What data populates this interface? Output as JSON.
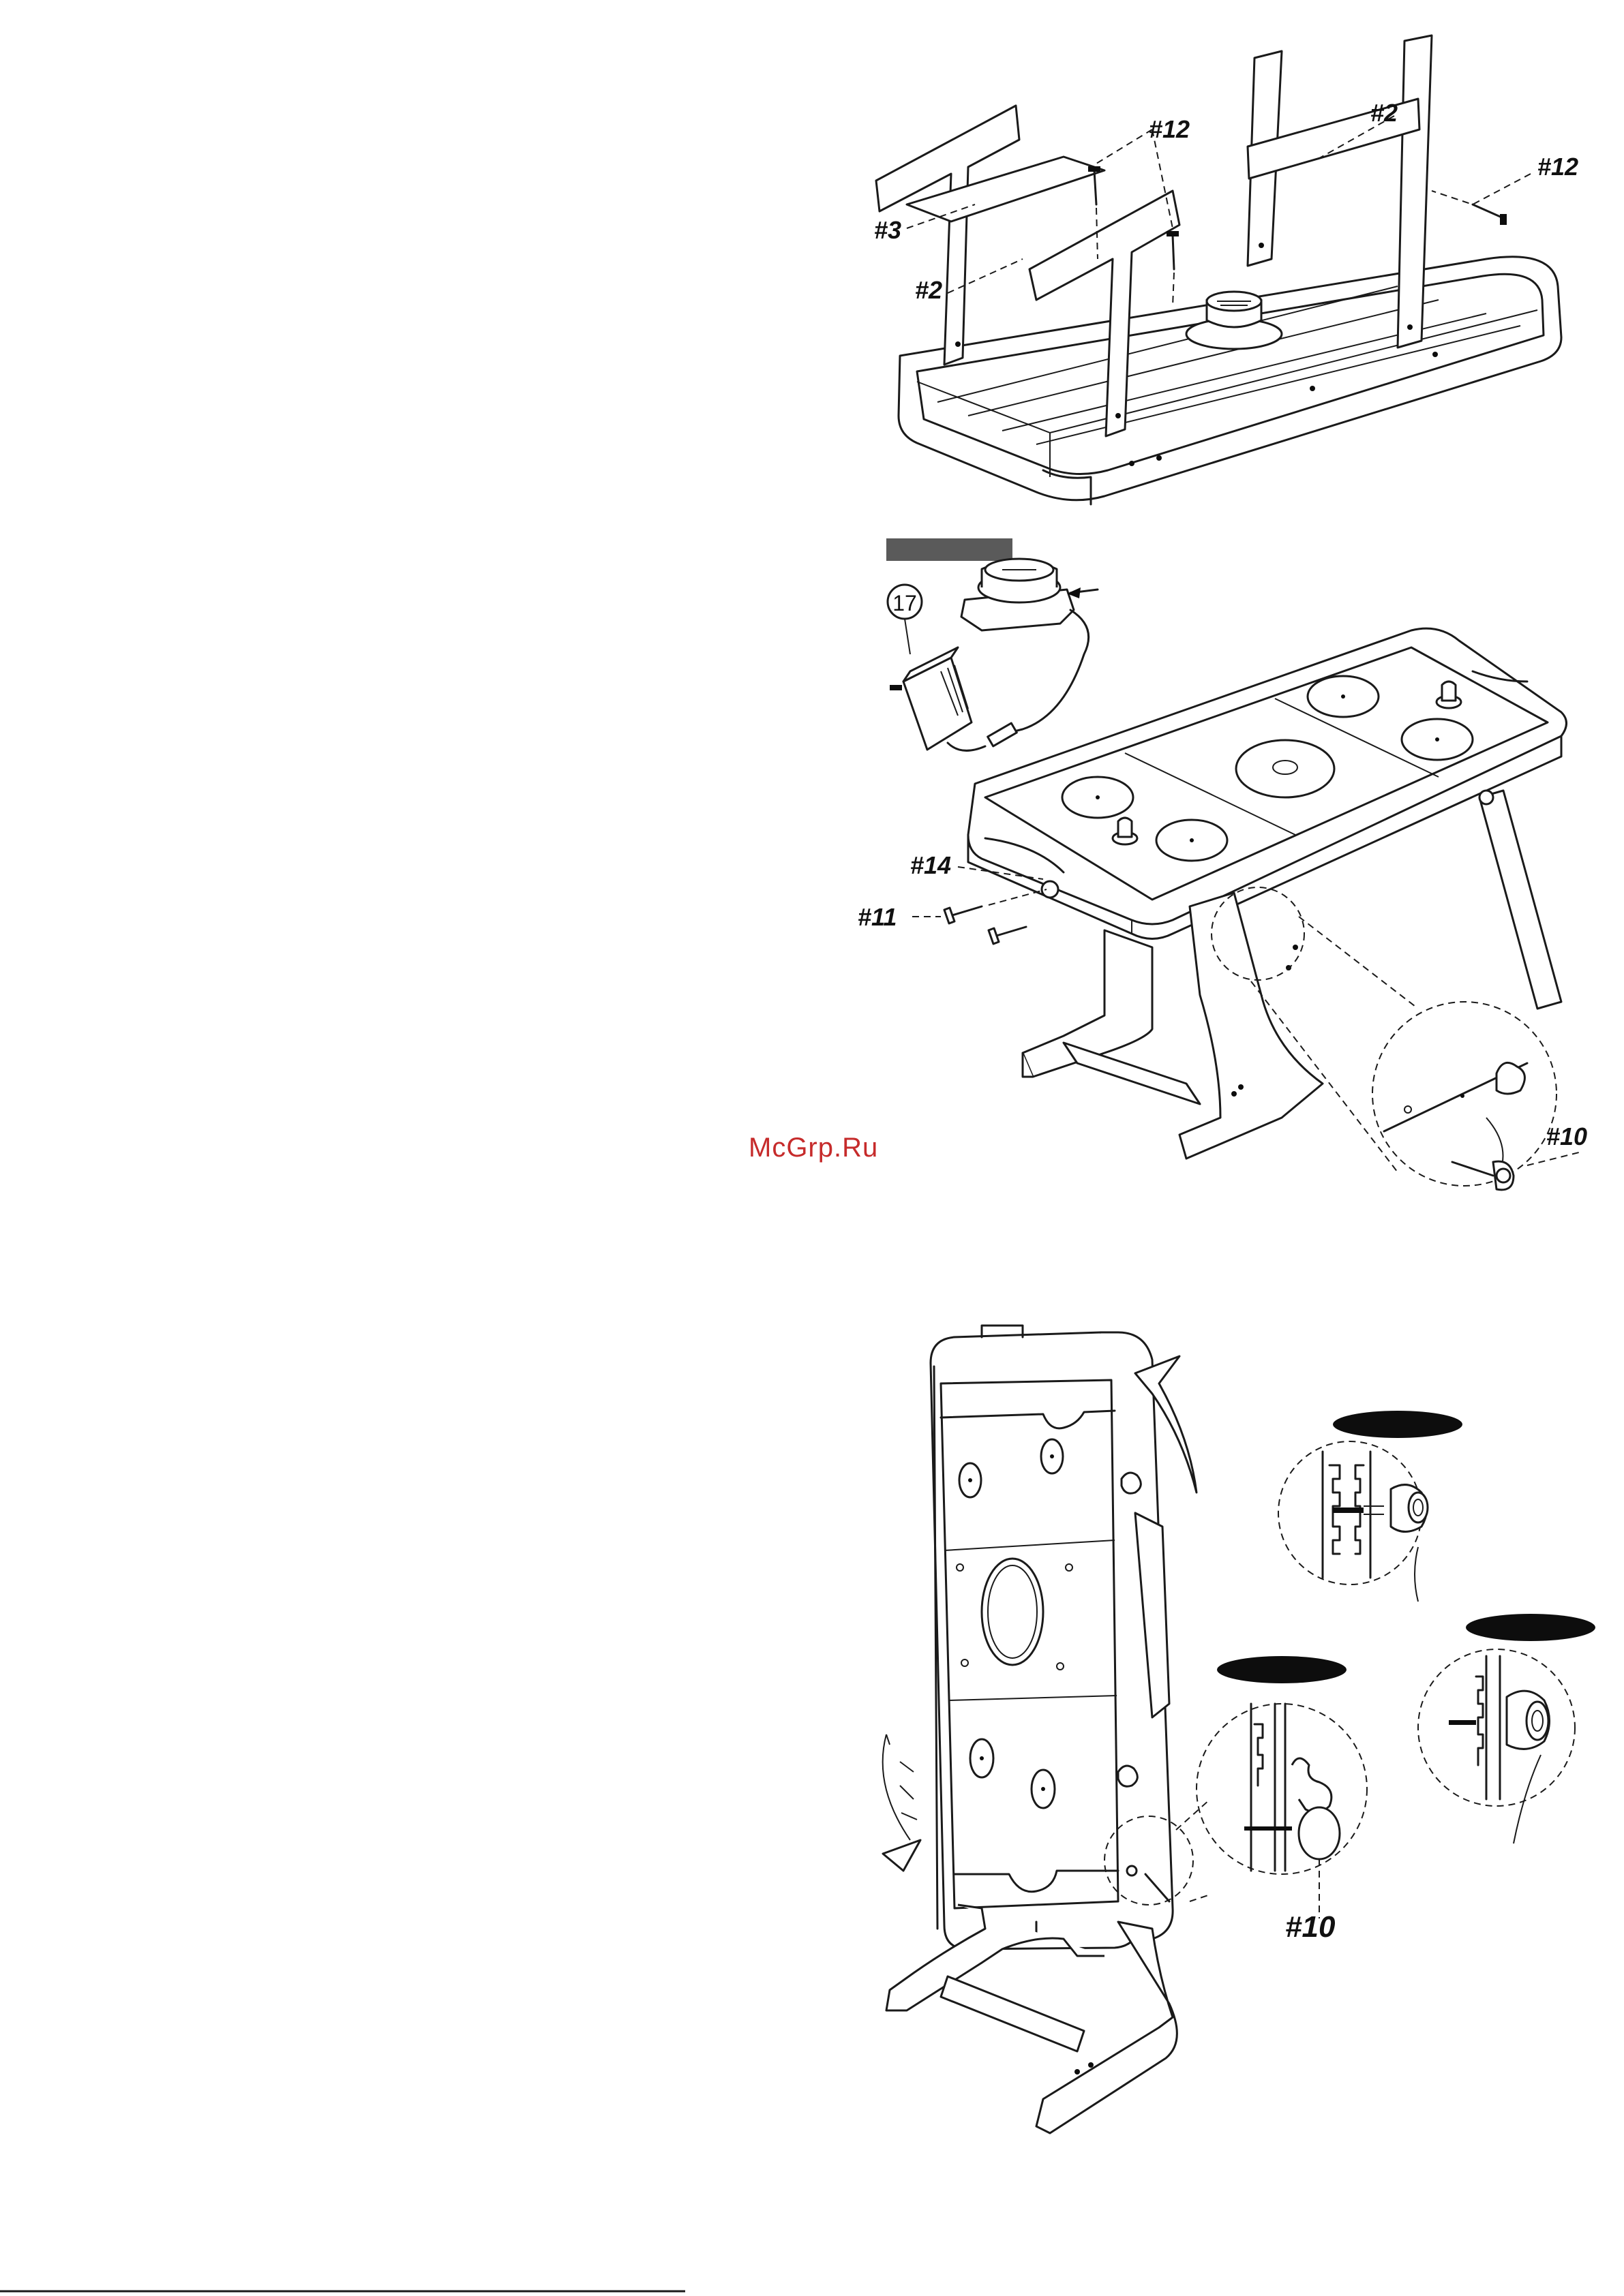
{
  "watermark": "McGrp.Ru",
  "step1": {
    "labels": {
      "part_12_a": "#12",
      "part_2_a": "#2",
      "part_12_b": "#12",
      "part_3": "#3",
      "part_2_b": "#2"
    }
  },
  "step2": {
    "adapter_number": "17",
    "labels": {
      "part_14": "#14",
      "part_11": "#11",
      "part_10": "#10"
    }
  },
  "step3": {
    "labels": {
      "part_10": "#10"
    }
  }
}
